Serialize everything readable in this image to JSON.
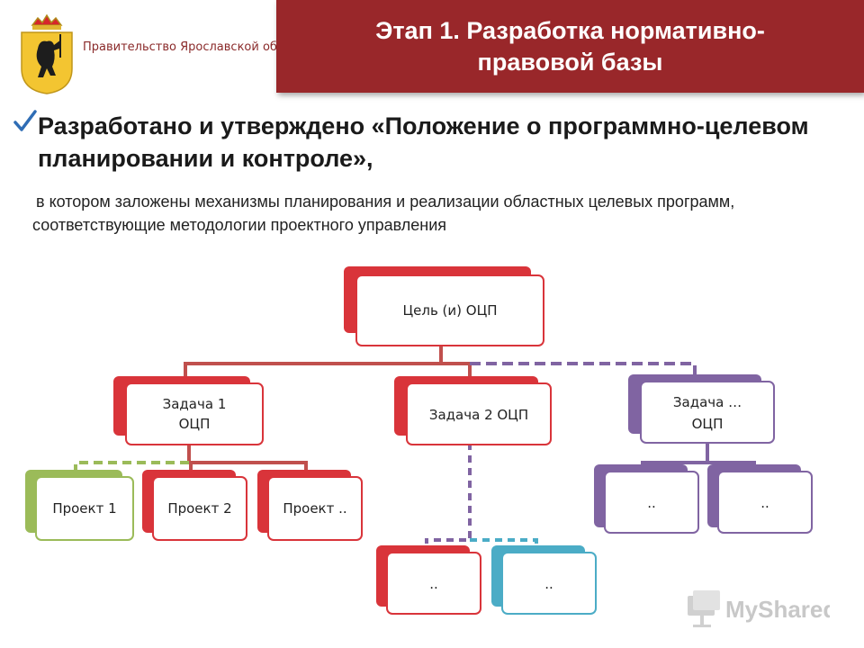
{
  "header": {
    "org_name": "Правительство Ярославской области",
    "title": "Этап 1. Разработка нормативно-правовой базы"
  },
  "content": {
    "heading": "Разработано и утверждено «Положение о программно-целевом планировании и контроле»,",
    "description": "в котором заложены механизмы планирования и реализации областных целевых программ, соответствующие методологии проектного управления"
  },
  "diagram": {
    "goal": "Цель (и) ОЦП",
    "task1": "Задача 1 ОЦП",
    "task2": "Задача 2 ОЦП",
    "task3": "Задача … ОЦП",
    "project1": "Проект 1",
    "project2": "Проект 2",
    "project3": "Проект ..",
    "sub1": "..",
    "sub2": "..",
    "sub3": "..",
    "sub4": ".."
  },
  "watermark": {
    "text": "MyShared"
  },
  "colors": {
    "header_red": "#99272a",
    "red": "#d9343a",
    "green": "#9bbb59",
    "purple": "#8064a2",
    "cyan": "#4bacc6"
  }
}
